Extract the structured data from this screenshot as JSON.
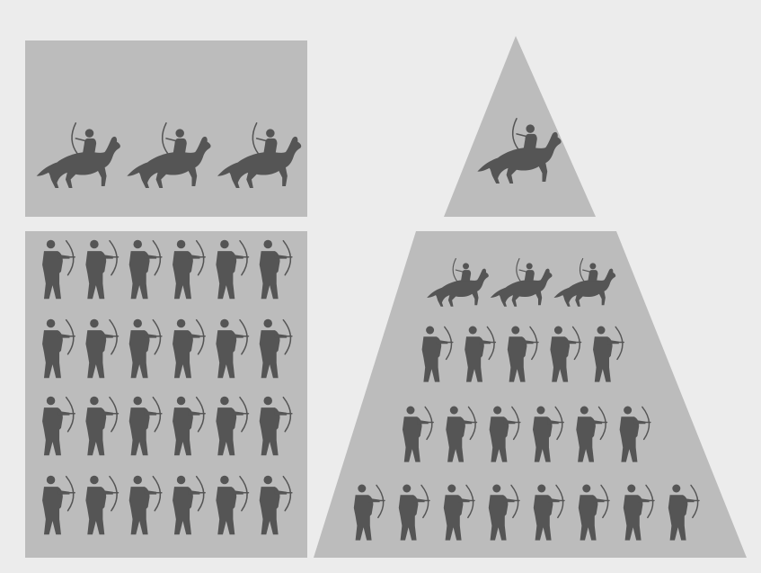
{
  "colors": {
    "background": "#ececec",
    "panel": "#bcbcbc",
    "figure": "#555555"
  },
  "icons": {
    "horse_archer": "horse-archer-icon",
    "foot_archer": "archer-icon"
  },
  "left_formation": {
    "cavalry_count": 3,
    "infantry_rows": [
      6,
      6,
      6,
      6
    ]
  },
  "right_formation": {
    "apex_cavalry_count": 1,
    "cavalry_row_count": 3,
    "infantry_rows": [
      5,
      6,
      8
    ]
  }
}
